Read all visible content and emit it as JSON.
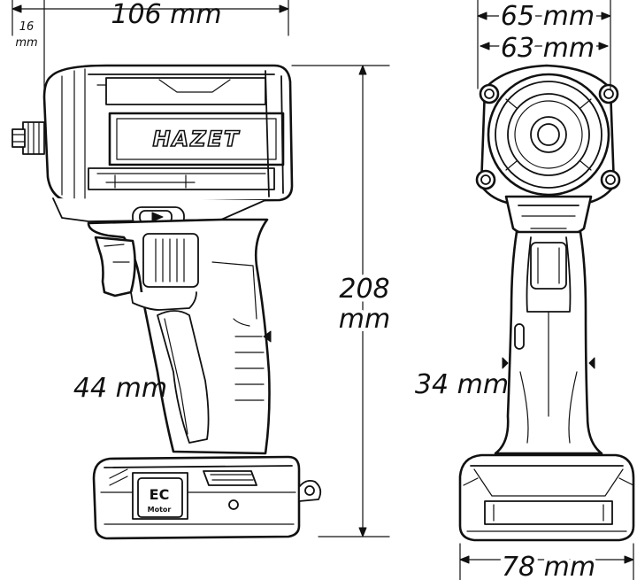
{
  "brand": {
    "logo_text": "HAZET"
  },
  "battery_badge": {
    "line1": "EC",
    "line2": "Motor"
  },
  "dimensions": {
    "width_side": "106 mm",
    "anvil": "16",
    "anvil_unit": "mm",
    "height_value": "208",
    "height_unit": "mm",
    "grip_side": "44 mm",
    "width_front_outer": "65 mm",
    "width_front_inner": "63 mm",
    "grip_front": "34 mm",
    "base_front": "78 mm"
  },
  "colors": {
    "line": "#111111",
    "background": "#ffffff"
  }
}
